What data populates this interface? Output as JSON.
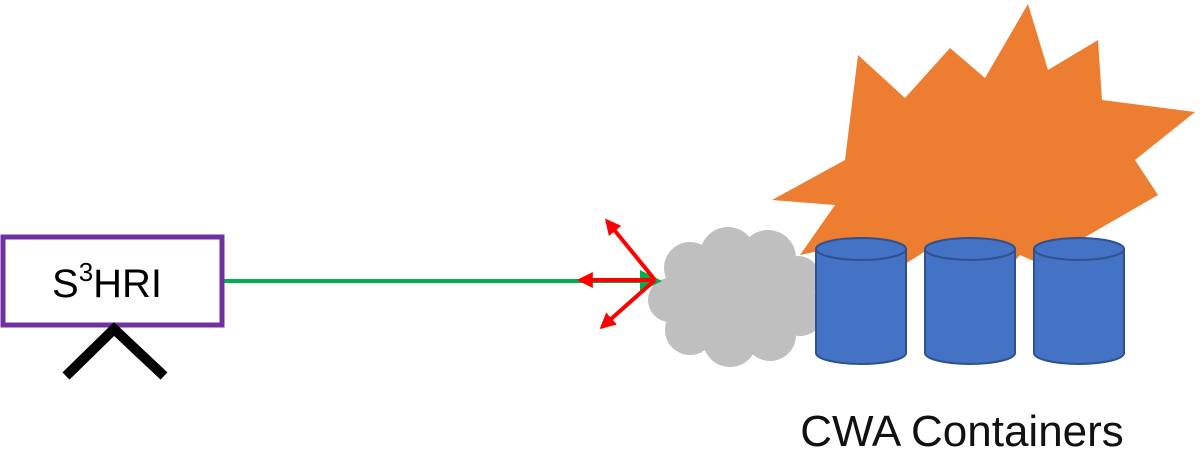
{
  "sensor": {
    "label_prefix": "S",
    "label_superscript": "3",
    "label_suffix": "HRI",
    "border_color": "#7030A0"
  },
  "beam": {
    "color": "#00B050"
  },
  "scatter": {
    "arrow_color": "#FF0000"
  },
  "cloud": {
    "color": "#BFBFBF"
  },
  "explosion": {
    "color": "#ED7D31"
  },
  "containers": {
    "caption": "CWA Containers",
    "count": 3,
    "fill": "#4472C4",
    "stroke": "#2F528F"
  }
}
